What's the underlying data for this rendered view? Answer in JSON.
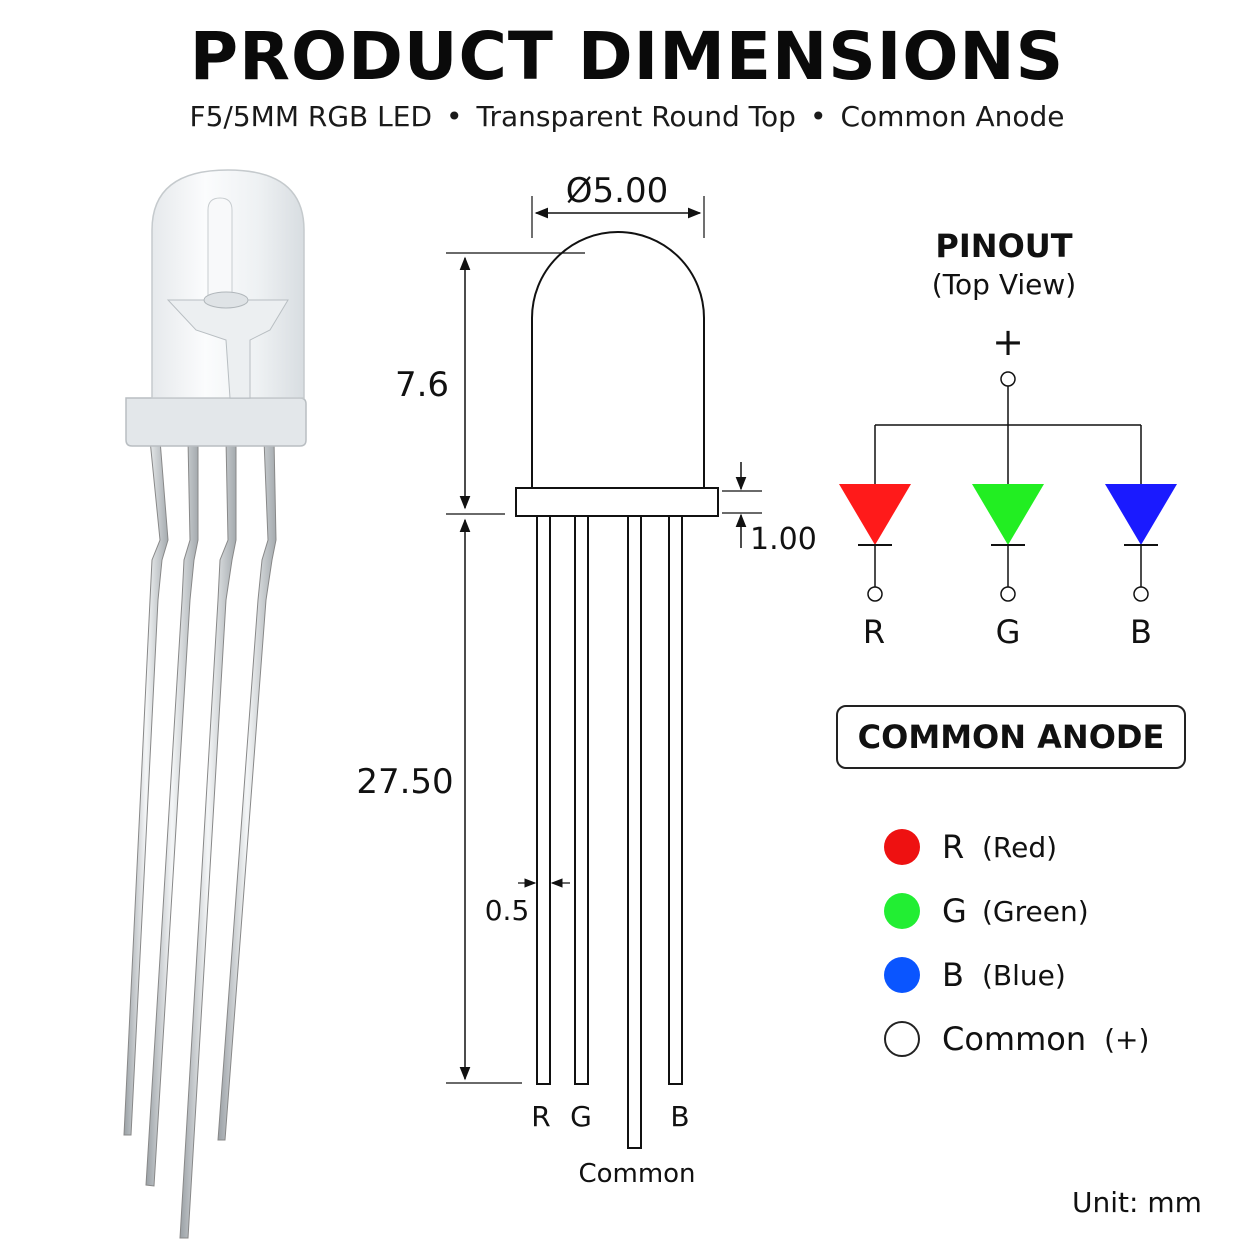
{
  "title": "PRODUCT DIMENSIONS",
  "subtitle": {
    "part1": "F5/5MM RGB LED",
    "part2": "Transparent Round Top",
    "part3": "Common Anode",
    "separator": "•"
  },
  "dimensions": {
    "diameter": "Ø5.00",
    "head_height": "7.6",
    "flange": "1.00",
    "lead_length": "27.50",
    "lead_width": "0.5"
  },
  "drawing_leads": {
    "r": "R",
    "g": "G",
    "b": "B",
    "common": "Common"
  },
  "pinout": {
    "title": "PINOUT",
    "subtitle": "(Top View)",
    "plus": "+",
    "r": "R",
    "g": "G",
    "b": "B",
    "colors": {
      "r": "#ff1a1a",
      "g": "#22ee22",
      "b": "#1a1aff"
    }
  },
  "type_box": "COMMON ANODE",
  "legend": [
    {
      "letter": "R",
      "name": "(Red)",
      "color": "#ee1111"
    },
    {
      "letter": "G",
      "name": "(Green)",
      "color": "#22ee33"
    },
    {
      "letter": "B",
      "name": "(Blue)",
      "color": "#0a55ff"
    },
    {
      "letter": "Common",
      "name": "(+)",
      "color": "#ffffff"
    }
  ],
  "unit": "Unit: mm"
}
